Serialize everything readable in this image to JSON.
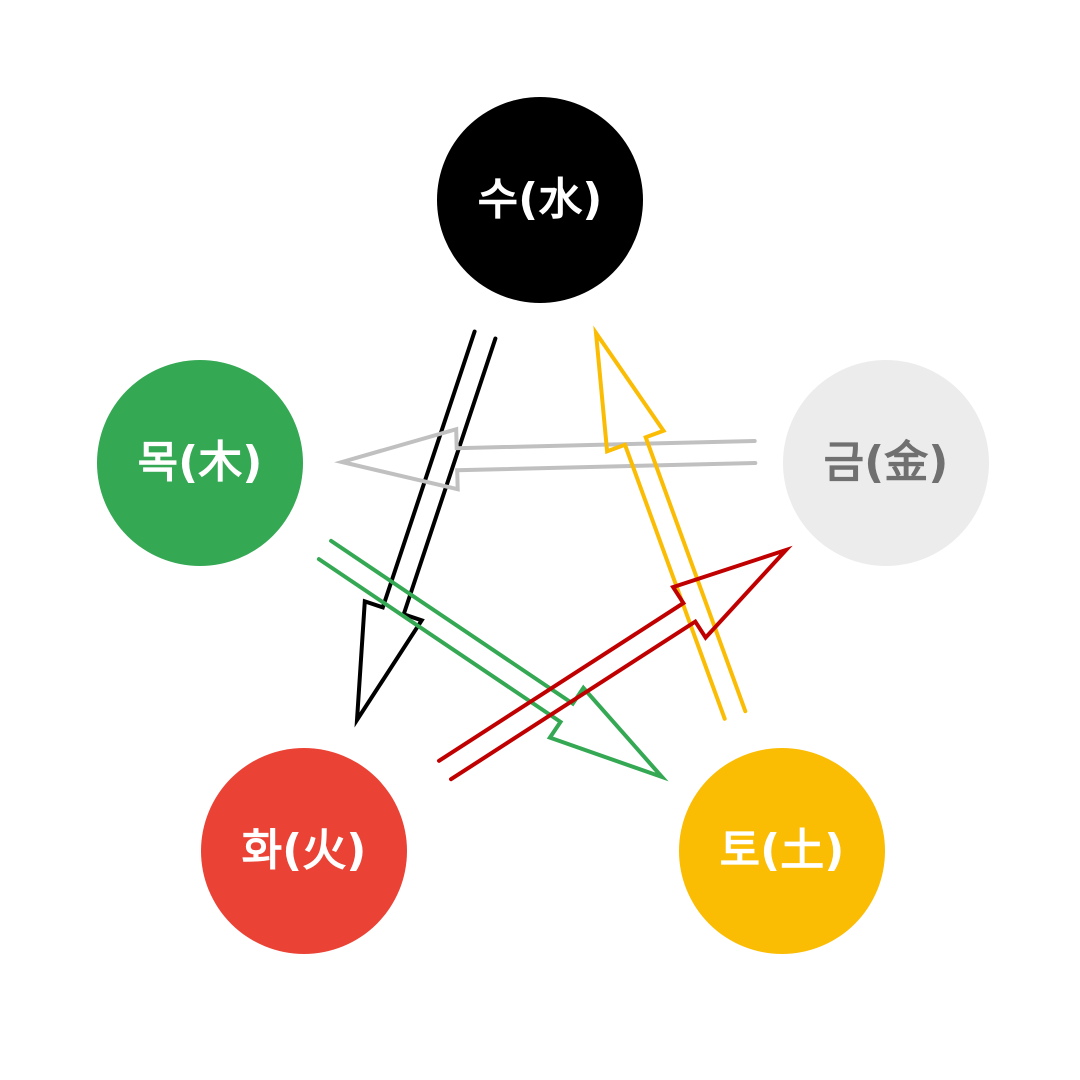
{
  "diagram": {
    "nodes": [
      {
        "id": "water",
        "label": "수(水)",
        "fill": "#000000",
        "text_color": "#ffffff"
      },
      {
        "id": "wood",
        "label": "목(木)",
        "fill": "#34a853",
        "text_color": "#ffffff"
      },
      {
        "id": "metal",
        "label": "금(金)",
        "fill": "#ececec",
        "text_color": "#707070"
      },
      {
        "id": "fire",
        "label": "화(火)",
        "fill": "#ea4335",
        "text_color": "#ffffff"
      },
      {
        "id": "earth",
        "label": "토(土)",
        "fill": "#fbbc04",
        "text_color": "#ffffff"
      }
    ],
    "edges": [
      {
        "from": "water",
        "to": "fire",
        "color": "#000000"
      },
      {
        "from": "metal",
        "to": "wood",
        "color": "#c0c0c0"
      },
      {
        "from": "earth",
        "to": "water",
        "color": "#fbbc04"
      },
      {
        "from": "wood",
        "to": "earth",
        "color": "#34a853"
      },
      {
        "from": "fire",
        "to": "metal",
        "color": "#c00000"
      }
    ]
  }
}
